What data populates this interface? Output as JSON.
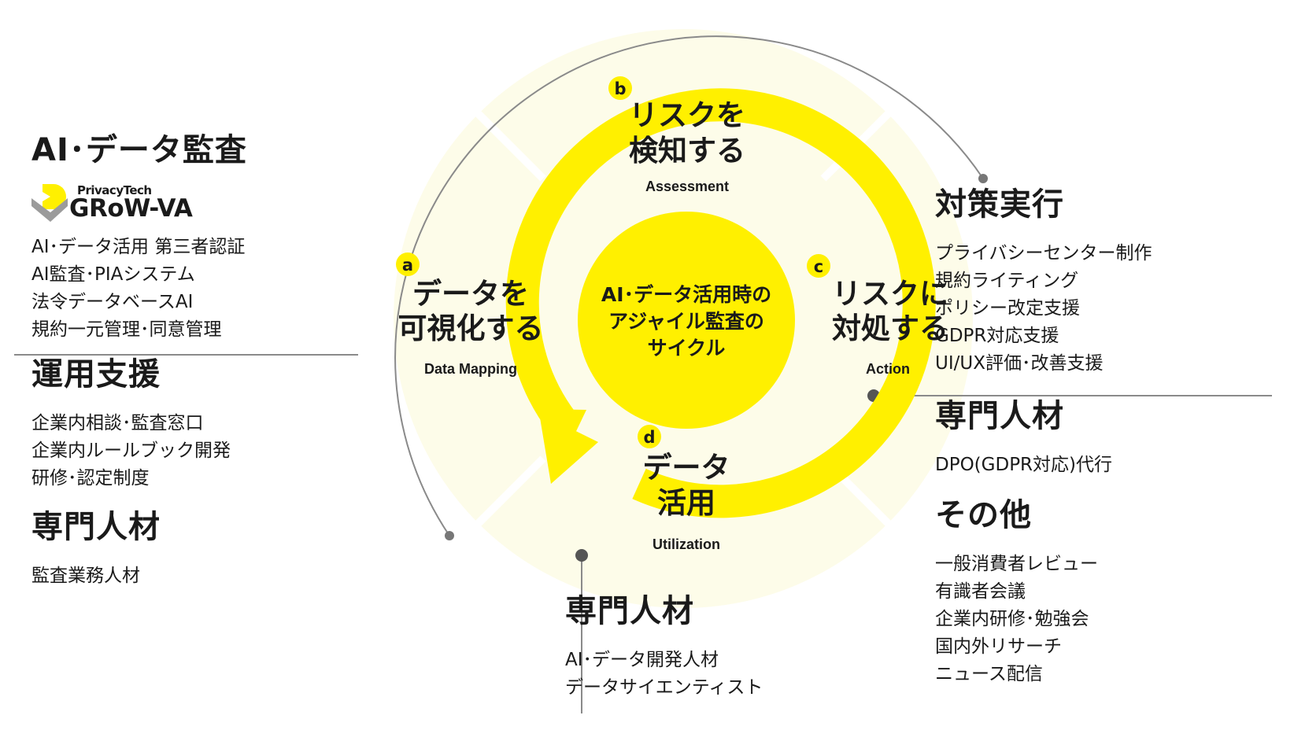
{
  "center": {
    "lines": [
      "AI･データ活用時の",
      "アジャイル監査の",
      "サイクル"
    ]
  },
  "steps": [
    {
      "letter": "a",
      "lines": [
        "データを",
        "可視化する"
      ],
      "en": "Data Mapping"
    },
    {
      "letter": "b",
      "lines": [
        "リスクを",
        "検知する"
      ],
      "en": "Assessment"
    },
    {
      "letter": "c",
      "lines": [
        "リスクに",
        "対処する"
      ],
      "en": "Action"
    },
    {
      "letter": "d",
      "lines": [
        "データ",
        "活用"
      ],
      "en": "Utilization"
    }
  ],
  "left": {
    "audit": {
      "title": "AI･データ監査",
      "logo": {
        "top": "PrivacyTech",
        "main": "GRoW-VA",
        "icon": "grow-va-logo-icon"
      },
      "items": [
        "AI･データ活用 第三者認証",
        "AI監査･PIAシステム",
        "法令データベースAI",
        "規約一元管理･同意管理"
      ]
    },
    "operation": {
      "title": "運用支援",
      "items": [
        "企業内相談･監査窓口",
        "企業内ルールブック開発",
        "研修･認定制度"
      ]
    },
    "talent": {
      "title": "専門人材",
      "items": [
        "監査業務人材"
      ]
    }
  },
  "right": {
    "measures": {
      "title": "対策実行",
      "items": [
        "プライバシーセンター制作",
        "規約ライティング",
        "ポリシー改定支援",
        "GDPR対応支援",
        "UI/UX評価･改善支援"
      ]
    },
    "talent": {
      "title": "専門人材",
      "items": [
        "DPO(GDPR対応)代行"
      ]
    },
    "other": {
      "title": "その他",
      "items": [
        "一般消費者レビュー",
        "有識者会議",
        "企業内研修･勉強会",
        "国内外リサーチ",
        "ニュース配信"
      ]
    }
  },
  "bottom": {
    "talent": {
      "title": "専門人材",
      "items": [
        "AI･データ開発人材",
        "データサイエンティスト"
      ]
    }
  },
  "colors": {
    "yellow": "#fff000",
    "pale_yellow": "#fdfce9",
    "line": "#8a8a8a",
    "dot": "#555555",
    "text": "#1a1a1a"
  }
}
